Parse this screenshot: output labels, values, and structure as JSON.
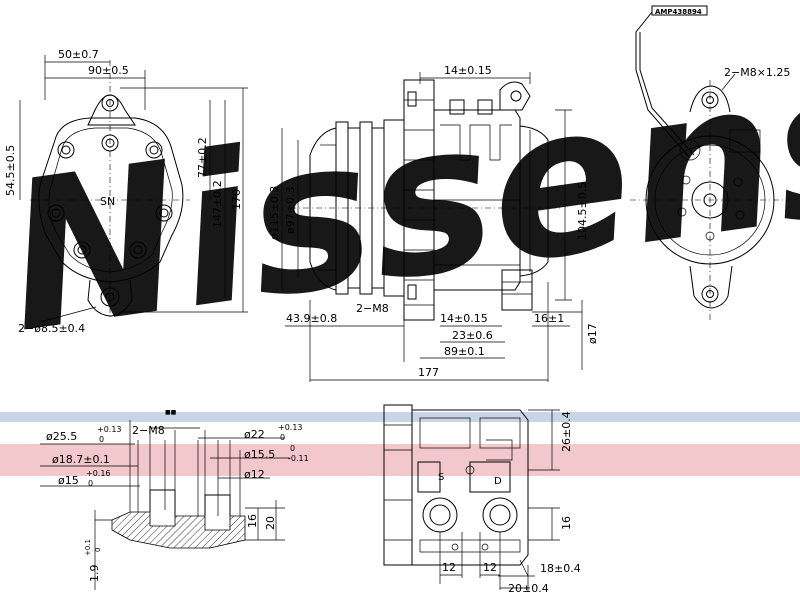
{
  "watermark": {
    "text": "Nissens",
    "color": "#c5d4e6"
  },
  "pink_band_color": "#f3c8cd",
  "blue_band_color": "#c9d5e6",
  "front_view": {
    "dim_50": "50±0.7",
    "dim_90": "90±0.5",
    "dim_54": "54.5±0.5",
    "dim_77": "77±0.2",
    "dim_147": "147±0.2",
    "dim_170": "170",
    "center_label": "SN",
    "hole_label": "2−ø8.5±0.4"
  },
  "side_view": {
    "dim_14_top": "14±0.15",
    "dim_115": "ø115±0.3",
    "dim_97": "ø97±0.3",
    "dim_104": "104.5±0.5",
    "dim_43": "43.9±0.8",
    "dim_2m8": "2−M8",
    "dim_14_bottom": "14±0.15",
    "dim_16": "16±1",
    "dim_23": "23±0.6",
    "dim_17": "ø17",
    "dim_89": "89±0.1",
    "dim_177": "177"
  },
  "rear_view": {
    "tag": "AMP438894",
    "thread": "2−M8×1.25"
  },
  "port_detail": {
    "marker": "■■",
    "dim_25": "ø25.5",
    "dim_25_tol_top": "+0.13",
    "dim_25_tol_bot": "0",
    "dim_m8": "2−M8",
    "dim_22": "ø22",
    "dim_22_tol_top": "+0.13",
    "dim_22_tol_bot": "0",
    "dim_18": "ø18.7±0.1",
    "dim_15_5": "ø15.5",
    "dim_15_5_tol_top": "0",
    "dim_15_5_tol_bot": "-0.11",
    "dim_15": "ø15",
    "dim_15_tol_top": "+0.16",
    "dim_15_tol_bot": "0",
    "dim_12": "ø12",
    "dim_16": "16",
    "dim_20": "20",
    "dim_1_9": "1.9",
    "dim_1_9_tol_top": "+0.1",
    "dim_1_9_tol_bot": "0"
  },
  "top_view": {
    "dim_26": "26±0.4",
    "dim_16": "16",
    "dim_18": "18±0.4",
    "dim_20": "20±0.4",
    "dim_12a": "12",
    "dim_12b": "12",
    "label_s": "S",
    "label_d": "D"
  }
}
